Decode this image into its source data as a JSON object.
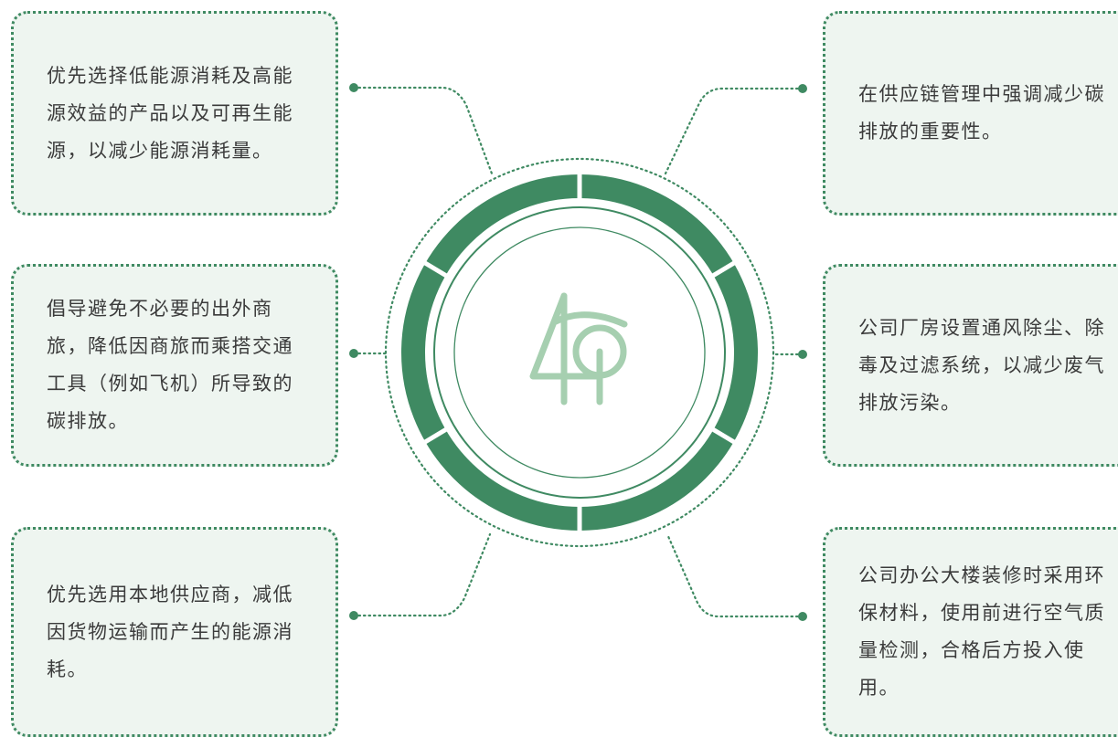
{
  "items": [
    {
      "id": "l1",
      "text": "优先选择低能源消耗及高能源效益的产品以及可再生能源，以减少能源消耗量。"
    },
    {
      "id": "l2",
      "text": "倡导避免不必要的出外商旅，降低因商旅而乘搭交通工具（例如飞机）所导致的碳排放。"
    },
    {
      "id": "l3",
      "text": "优先选用本地供应商，减低因货物运输而产生的能源消耗。"
    },
    {
      "id": "r1",
      "text": "在供应链管理中强调减少碳排放的重要性。"
    },
    {
      "id": "r2",
      "text": "公司厂房设置通风除尘、除毒及过滤系统，以减少废气排放污染。"
    },
    {
      "id": "r3",
      "text": "公司办公大楼装修时采用环保材料，使用前进行空气质量检测，合格后方投入使用。"
    }
  ],
  "colors": {
    "accent": "#3f8a62",
    "card_bg": "#eef5f0",
    "logo": "#a6cfb0",
    "text": "#3b3b3b"
  },
  "logo": {
    "icon": "tree-40-logo-icon"
  }
}
